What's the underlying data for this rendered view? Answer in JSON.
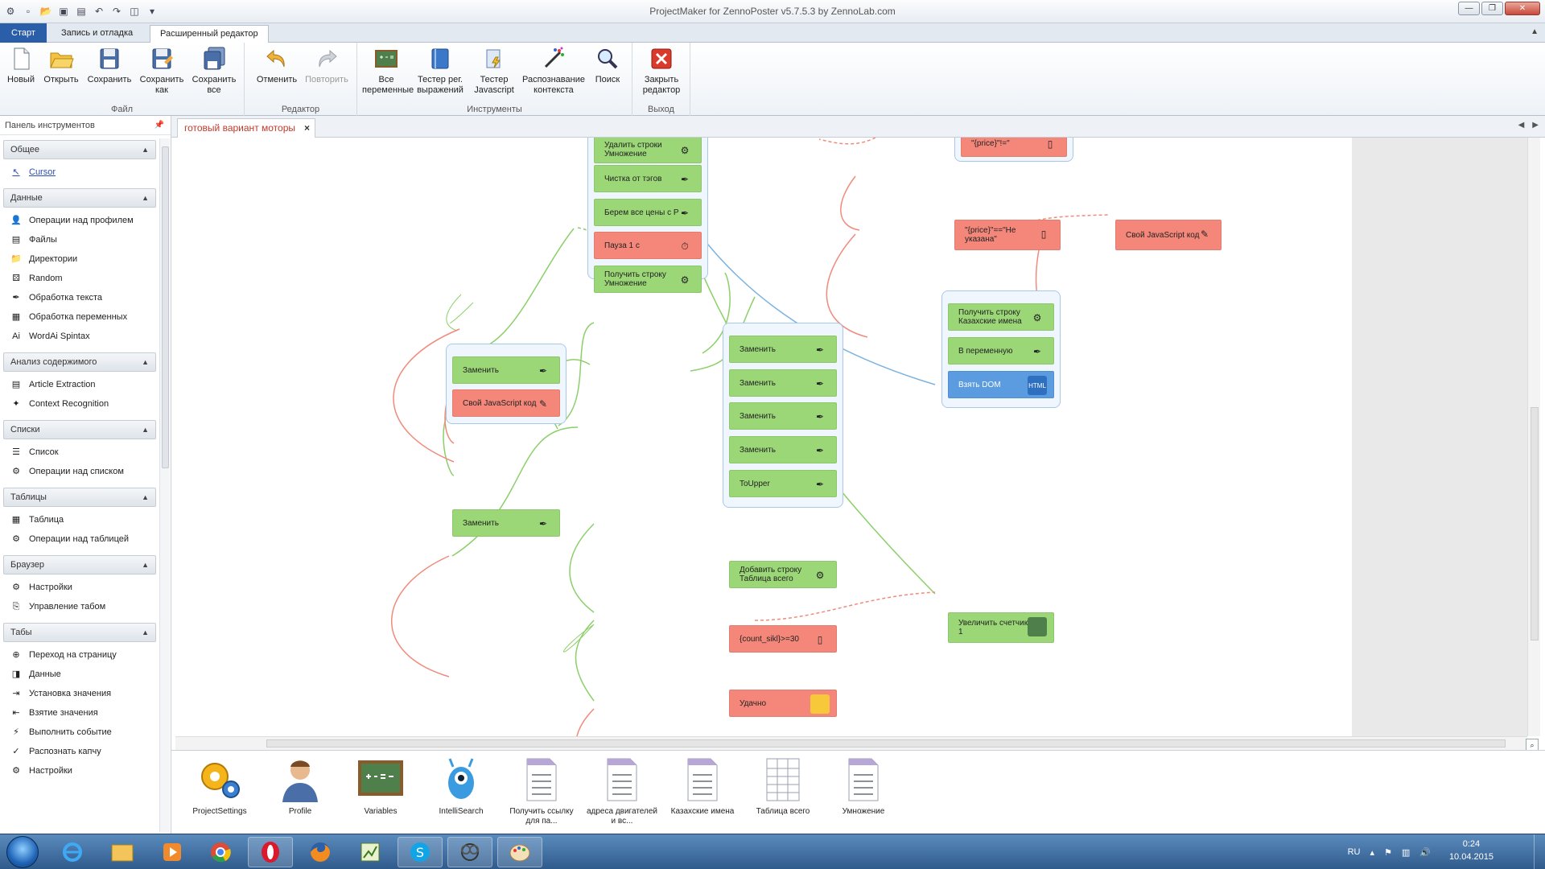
{
  "window": {
    "title": "ProjectMaker for ZennoPoster v5.7.5.3 by ZennoLab.com"
  },
  "ribbon_tabs": [
    {
      "label": "Старт"
    },
    {
      "label": "Запись и отладка"
    },
    {
      "label": "Расширенный редактор"
    }
  ],
  "ribbon": {
    "groups": {
      "file": "Файл",
      "edit": "Редактор",
      "tools": "Инструменты",
      "exit": "Выход"
    },
    "buttons": {
      "new": "Новый",
      "open": "Открыть",
      "save": "Сохранить",
      "save_as": "Сохранить как",
      "save_all": "Сохранить все",
      "undo": "Отменить",
      "redo": "Повторить",
      "all_vars": "Все переменные",
      "regex_tester": "Тестер рег. выражений",
      "js_tester": "Тестер Javascript",
      "context_recognition": "Распознавание контекста",
      "search": "Поиск",
      "close_editor": "Закрыть редактор"
    }
  },
  "toolbox": {
    "title": "Панель инструментов",
    "sections": [
      {
        "title": "Общее",
        "items": [
          {
            "label": "Cursor",
            "icon": "cursor-icon"
          }
        ]
      },
      {
        "title": "Данные",
        "items": [
          {
            "label": "Операции над профилем",
            "icon": "profile-icon"
          },
          {
            "label": "Файлы",
            "icon": "file-icon"
          },
          {
            "label": "Директории",
            "icon": "folder-icon"
          },
          {
            "label": "Random",
            "icon": "dice-icon"
          },
          {
            "label": "Обработка текста",
            "icon": "pen-icon"
          },
          {
            "label": "Обработка переменных",
            "icon": "board-icon"
          },
          {
            "label": "WordAi Spintax",
            "icon": "spintax-icon"
          }
        ]
      },
      {
        "title": "Анализ содержимого",
        "items": [
          {
            "label": "Article Extraction",
            "icon": "article-icon"
          },
          {
            "label": "Context Recognition",
            "icon": "wand-icon"
          }
        ]
      },
      {
        "title": "Списки",
        "items": [
          {
            "label": "Список",
            "icon": "list-icon"
          },
          {
            "label": "Операции над списком",
            "icon": "gear-list-icon"
          }
        ]
      },
      {
        "title": "Таблицы",
        "items": [
          {
            "label": "Таблица",
            "icon": "table-icon"
          },
          {
            "label": "Операции над таблицей",
            "icon": "gear-table-icon"
          }
        ]
      },
      {
        "title": "Браузер",
        "items": [
          {
            "label": "Настройки",
            "icon": "browser-settings-icon"
          },
          {
            "label": "Управление табом",
            "icon": "tab-control-icon"
          }
        ]
      },
      {
        "title": "Табы",
        "items": [
          {
            "label": "Переход на страницу",
            "icon": "navigate-icon"
          },
          {
            "label": "Данные",
            "icon": "html-icon"
          },
          {
            "label": "Установка значения",
            "icon": "set-value-icon"
          },
          {
            "label": "Взятие значения",
            "icon": "get-value-icon"
          },
          {
            "label": "Выполнить событие",
            "icon": "event-icon"
          },
          {
            "label": "Распознать капчу",
            "icon": "captcha-icon"
          },
          {
            "label": "Настройки",
            "icon": "tab-settings-icon"
          }
        ]
      }
    ]
  },
  "document_tab": {
    "label": "готовый вариант моторы"
  },
  "nodes": {
    "a1": "Удалить строки Умножение",
    "a2": "Чистка от тэгов",
    "a3": "Берем все цены с Р",
    "a4": "Пауза 1 с",
    "a5": "Получить строку Умножение",
    "b1": "Заменить",
    "b2": "Свой JavaScript код",
    "b3": "Заменить",
    "c1": "Заменить",
    "c2": "Заменить",
    "c3": "Заменить",
    "c4": "Заменить",
    "c5": "ToUpper",
    "c6": "Добавить строку Таблица всего",
    "c7": "{count_sikl}>=30",
    "c8": "Удачно",
    "d0": "\"{price}\"!=\"",
    "d1": "\"{price}\"==\"Не указана\"",
    "d2": "Свой JavaScript код",
    "d3": "Получить строку Казахские имена",
    "d4": "В переменную",
    "d5": "Взять DOM",
    "d6": "Увеличить счетчик на 1"
  },
  "tray_items": [
    {
      "label": "ProjectSettings",
      "icon": "gears-icon"
    },
    {
      "label": "Profile",
      "icon": "person-icon"
    },
    {
      "label": "Variables",
      "icon": "chalkboard-icon"
    },
    {
      "label": "IntelliSearch",
      "icon": "alien-icon"
    },
    {
      "label": "Получить ссылку для па...",
      "icon": "list-doc-icon"
    },
    {
      "label": "адреса двигателей и вс...",
      "icon": "list-doc-icon"
    },
    {
      "label": "Казахские имена",
      "icon": "list-doc-icon"
    },
    {
      "label": "Таблица всего",
      "icon": "table-doc-icon"
    },
    {
      "label": "Умножение",
      "icon": "list-doc-icon"
    }
  ],
  "taskbar": {
    "lang": "RU",
    "time": "0:24",
    "date": "10.04.2015"
  }
}
